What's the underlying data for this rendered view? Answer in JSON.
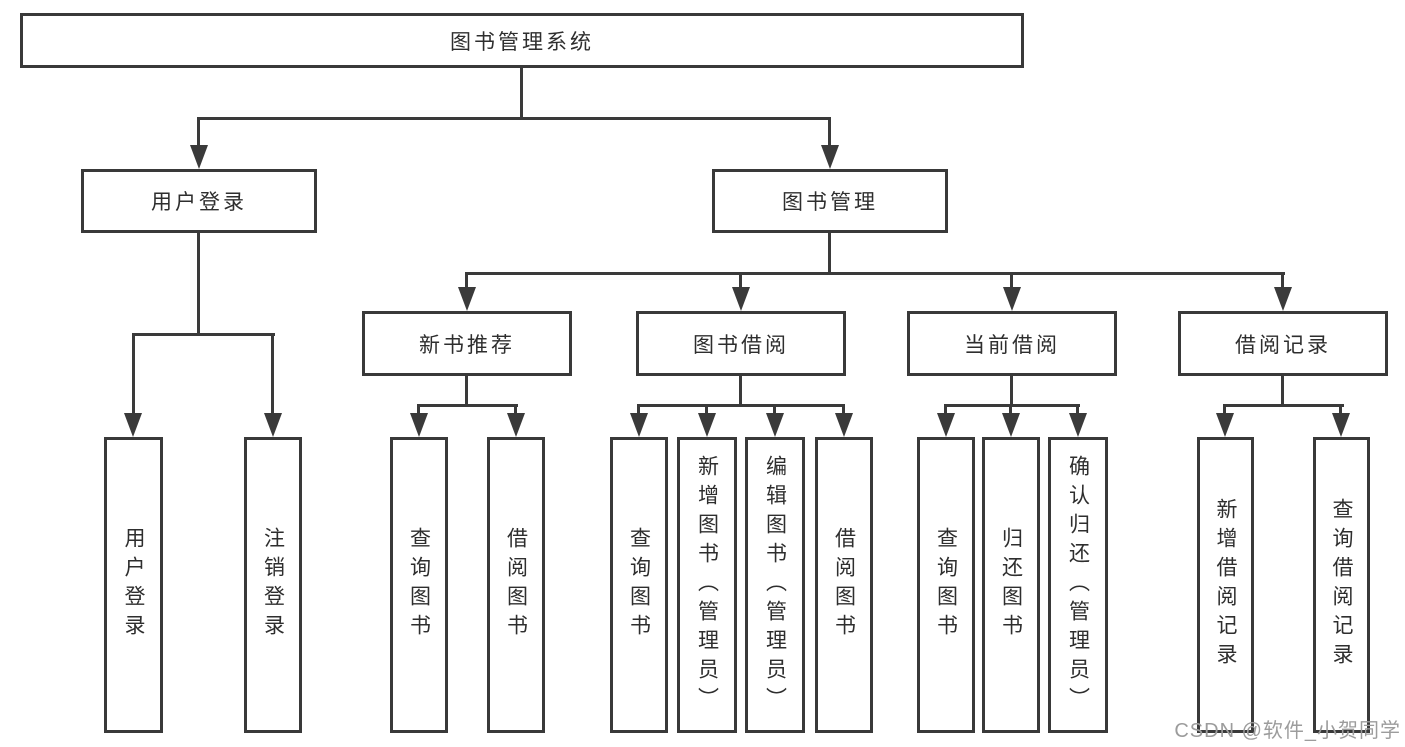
{
  "colors": {
    "line": "#3a3a3a",
    "box_border": "#393939",
    "text": "#2e2e2e",
    "watermark": "#9c9c9c",
    "background": "#ffffff"
  },
  "watermark": {
    "text": "CSDN @软件_小贺同学"
  },
  "tree": {
    "root": {
      "label": "图书管理系统",
      "children": [
        {
          "label": "用户登录",
          "children": [
            {
              "label": "用户登录"
            },
            {
              "label": "注销登录"
            }
          ]
        },
        {
          "label": "图书管理",
          "children": [
            {
              "label": "新书推荐",
              "children": [
                {
                  "label": "查询图书"
                },
                {
                  "label": "借阅图书"
                }
              ]
            },
            {
              "label": "图书借阅",
              "children": [
                {
                  "label": "查询图书"
                },
                {
                  "label": "新增图书（管理员）"
                },
                {
                  "label": "编辑图书（管理员）"
                },
                {
                  "label": "借阅图书"
                }
              ]
            },
            {
              "label": "当前借阅",
              "children": [
                {
                  "label": "查询图书"
                },
                {
                  "label": "归还图书"
                },
                {
                  "label": "确认归还（管理员）"
                }
              ]
            },
            {
              "label": "借阅记录",
              "children": [
                {
                  "label": "新增借阅记录"
                },
                {
                  "label": "查询借阅记录"
                }
              ]
            }
          ]
        }
      ]
    }
  }
}
